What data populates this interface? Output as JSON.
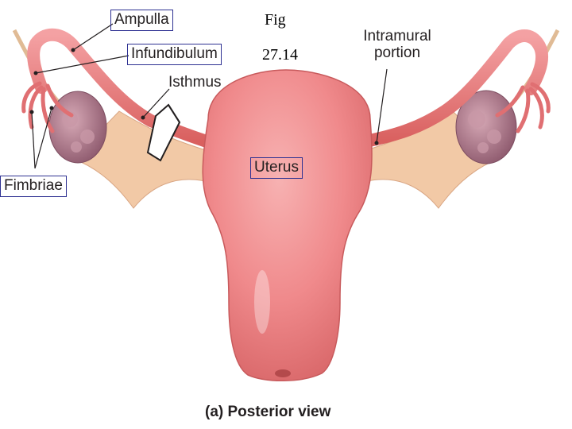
{
  "figure": {
    "fig_word": "Fig",
    "fig_number": "27.14",
    "caption": "(a) Posterior view"
  },
  "labels": {
    "ampulla": "Ampulla",
    "infundibulum": "Infundibulum",
    "isthmus": "Isthmus",
    "fimbriae": "Fimbriae",
    "uterus": "Uterus",
    "intramural_line1": "Intramural",
    "intramural_line2": "portion"
  },
  "colors": {
    "uterus": "#f08a8c",
    "tube": "#e8767a",
    "ovary": "#b07a8e",
    "ligament": "#f2c9a6",
    "label_box": "#2e3192"
  }
}
